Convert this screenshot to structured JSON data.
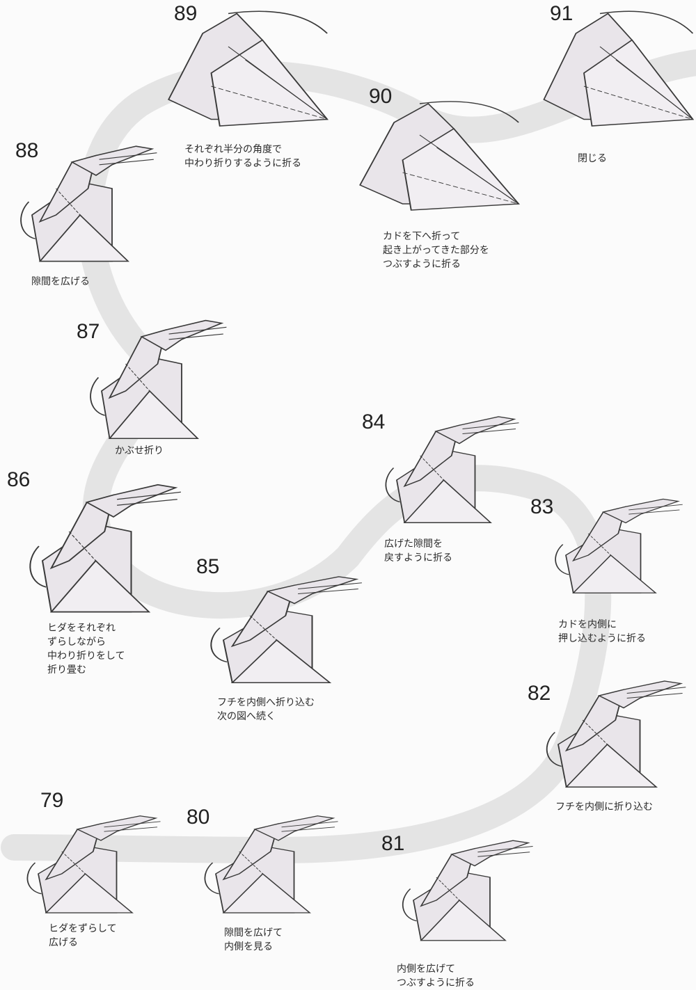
{
  "colors": {
    "band": "#e4e4e4",
    "paper": "#e9e5ea",
    "line": "#3a3a3a"
  },
  "steps": [
    {
      "id": "88",
      "number": "88",
      "caption": [
        "隙間を広げる"
      ]
    },
    {
      "id": "89",
      "number": "89",
      "caption": [
        "それぞれ半分の角度で",
        "中わり折りするように折る"
      ]
    },
    {
      "id": "90",
      "number": "90",
      "caption": [
        "カドを下へ折って",
        "起き上がってきた部分を",
        "つぶすように折る"
      ]
    },
    {
      "id": "91",
      "number": "91",
      "caption": [
        "閉じる"
      ]
    },
    {
      "id": "87",
      "number": "87",
      "caption": [
        "かぶせ折り"
      ]
    },
    {
      "id": "84",
      "number": "84",
      "caption": [
        "広げた隙間を",
        "戻すように折る"
      ]
    },
    {
      "id": "86",
      "number": "86",
      "caption": [
        "ヒダをそれぞれ",
        "ずらしながら",
        "中わり折りをして",
        "折り畳む"
      ]
    },
    {
      "id": "83",
      "number": "83",
      "caption": [
        "カドを内側に",
        "押し込むように折る"
      ]
    },
    {
      "id": "85",
      "number": "85",
      "caption": [
        "フチを内側へ折り込む",
        "次の図へ続く"
      ]
    },
    {
      "id": "82",
      "number": "82",
      "caption": [
        "フチを内側に折り込む"
      ]
    },
    {
      "id": "79",
      "number": "79",
      "caption": [
        "ヒダをずらして",
        "広げる"
      ]
    },
    {
      "id": "80",
      "number": "80",
      "caption": [
        "隙間を広げて",
        "内側を見る"
      ]
    },
    {
      "id": "81",
      "number": "81",
      "caption": [
        "内側を広げて",
        "つぶすように折る"
      ]
    }
  ]
}
